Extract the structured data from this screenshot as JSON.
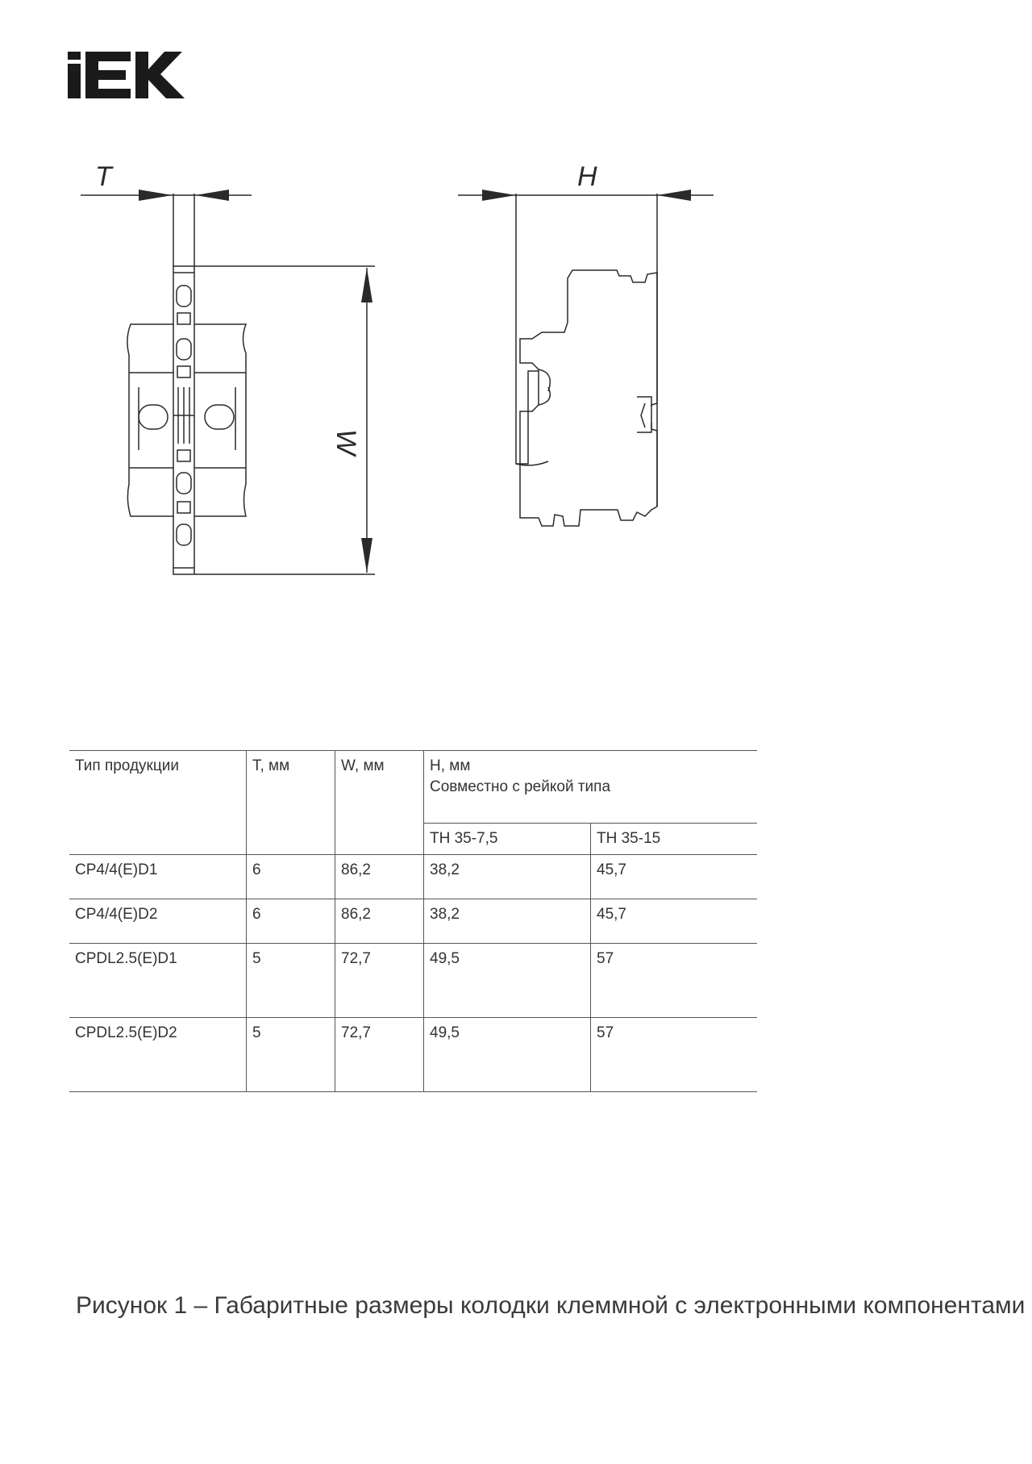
{
  "brand": {
    "logo_text": "IEK"
  },
  "drawing": {
    "labels": {
      "T": "T",
      "H": "H",
      "W": "W"
    }
  },
  "table": {
    "headers": {
      "type": "Тип продукции",
      "t": "T, мм",
      "w": "W, мм",
      "h": "H, мм",
      "h_sub": "Совместно с рейкой типа",
      "rail_1": "ТН 35-7,5",
      "rail_2": "ТН 35-15"
    },
    "rows": [
      {
        "type": "CP4/4(E)D1",
        "t": "6",
        "w": "86,2",
        "h1": "38,2",
        "h2": "45,7"
      },
      {
        "type": "CP4/4(E)D2",
        "t": "6",
        "w": "86,2",
        "h1": "38,2",
        "h2": "45,7"
      },
      {
        "type": "CPDL2.5(E)D1",
        "t": "5",
        "w": "72,7",
        "h1": "49,5",
        "h2": "57"
      },
      {
        "type": "CPDL2.5(E)D2",
        "t": "5",
        "w": "72,7",
        "h1": "49,5",
        "h2": "57"
      }
    ]
  },
  "caption": "Рисунок 1 – Габаритные размеры колодки клеммной с электронными компонентами"
}
